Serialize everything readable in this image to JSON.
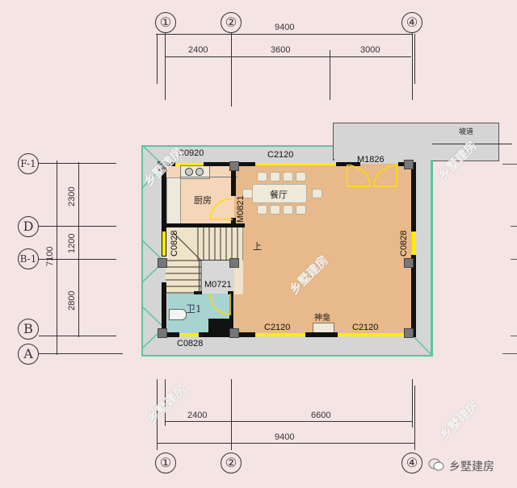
{
  "top_dimensions": {
    "axes": [
      "①",
      "②",
      "④"
    ],
    "total": "9400",
    "segments": [
      "2400",
      "3600",
      "3000"
    ]
  },
  "bottom_dimensions": {
    "axes": [
      "①",
      "②",
      "④"
    ],
    "total": "9400",
    "segments": [
      "2400",
      "6600"
    ]
  },
  "left_dimensions": {
    "axes": [
      "F-1",
      "D",
      "B-1",
      "B",
      "A"
    ],
    "total": "7100",
    "segments": [
      "2300",
      "1200",
      "2800"
    ]
  },
  "rooms": {
    "kitchen": "厨房",
    "dining": "餐厅",
    "bathroom": "卫1",
    "shrine": "神龛",
    "stair_up": "上",
    "ramp": "坡道"
  },
  "openings": {
    "c0920": "C0920",
    "c2120_top": "C2120",
    "m1826": "M1826",
    "m0821": "M0821",
    "c0828_left": "C0828",
    "c0828_right": "C0828",
    "m0721": "M0721",
    "c2120_bottom_left": "C2120",
    "c2120_bottom_right": "C2120",
    "c0828_bottom": "C0828"
  },
  "watermark": {
    "text": "乡墅建房",
    "brand": "乡墅建房"
  },
  "colors": {
    "background": "#f5e4e4",
    "living_floor": "#e8b98a",
    "kitchen_floor": "#f6d6b8",
    "bath_floor": "#a7d3d1",
    "terrace": "#d5d5d5",
    "window": "#ffee00",
    "eave_line": "#5cc4a0"
  }
}
